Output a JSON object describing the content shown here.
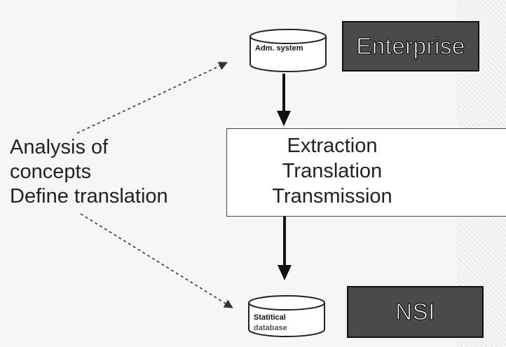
{
  "left_label": {
    "line1": "Analysis of",
    "line2": "concepts",
    "line3": "Define translation"
  },
  "process_box": {
    "step1": "Extraction",
    "step2": "Translation",
    "step3": "Transmission"
  },
  "admin_db": {
    "label": "Adm. system"
  },
  "enterprise_badge": {
    "label": "Enterprise"
  },
  "stat_db": {
    "label_line1": "Statitical",
    "label_line2": "database"
  },
  "nsi_badge": {
    "label": "NSI"
  }
}
